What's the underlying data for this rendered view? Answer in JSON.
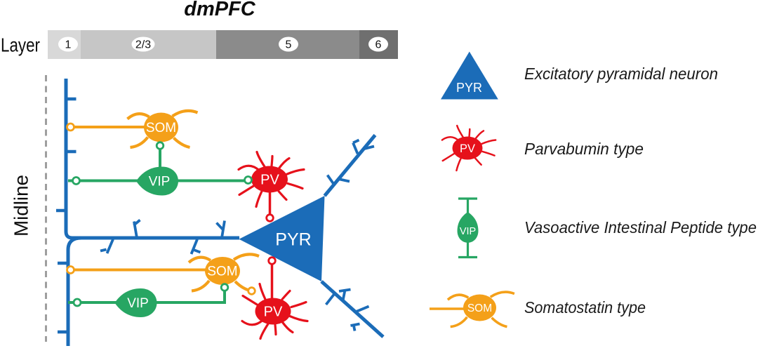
{
  "title": "dmPFC",
  "layer_bar": {
    "label": "Layer",
    "segments": [
      {
        "number": "1",
        "color": "#d8d8d8"
      },
      {
        "number": "2/3",
        "color": "#c6c6c6"
      },
      {
        "number": "5",
        "color": "#8b8b8b"
      },
      {
        "number": "6",
        "color": "#6f6f6f"
      }
    ]
  },
  "midline": {
    "label": "Midline"
  },
  "diagram": {
    "pyramidal": {
      "label": "PYR",
      "color": "#1b6cb8"
    },
    "cells": {
      "som_upper": {
        "label": "SOM",
        "color": "#f4a019"
      },
      "vip_upper": {
        "label": "VIP",
        "color": "#27a663"
      },
      "pv_upper": {
        "label": "PV",
        "color": "#e6111b"
      },
      "som_lower": {
        "label": "SOM",
        "color": "#f4a019"
      },
      "vip_lower": {
        "label": "VIP",
        "color": "#27a663"
      },
      "pv_lower": {
        "label": "PV",
        "color": "#e6111b"
      }
    }
  },
  "legend": {
    "items": [
      {
        "symbol": "PYR",
        "description": "Excitatory pyramidal neuron",
        "color": "#1b6cb8"
      },
      {
        "symbol": "PV",
        "description": "Parvabumin type",
        "color": "#e6111b"
      },
      {
        "symbol": "VIP",
        "description": "Vasoactive Intestinal Peptide type",
        "color": "#27a663"
      },
      {
        "symbol": "SOM",
        "description": "Somatostatin type",
        "color": "#f4a019"
      }
    ]
  }
}
